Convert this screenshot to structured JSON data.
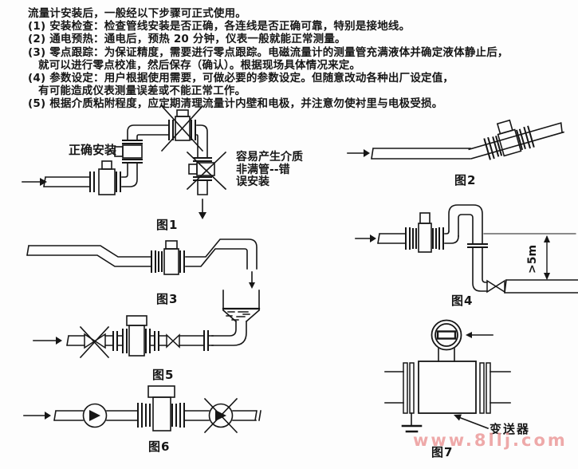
{
  "instructions": {
    "lines": [
      "流量计安装后，一般经以下步骤可正式使用。",
      "(1) 安装检查：检查管线安装是否正确，各连线是否正确可靠，特别是接地线。",
      "(2) 通电预热：通电后，预热 20 分钟，仪表一般就能正常测量。",
      "(3) 零点跟踪：为保证精度，需要进行零点跟踪。电磁流量计的测量管充满液体并确定液体静止后，",
      "就可以进行零点校准，然后保存（确认）。根据现场具体情况来定。",
      "(4) 参数设定：用户根据使用需要，可做必要的参数设定。但随意改动各种出厂设定值，",
      "有可能造成仪表测量误差或不能正常工作。",
      "(5) 根据介质粘附程度，应定期清理流量计内壁和电极，并注意勿使衬里与电极受损。"
    ]
  },
  "figures": {
    "fig1": {
      "caption": "图1",
      "correct_label": "正确安装",
      "wrong_label_line1": "容易产生介质",
      "wrong_label_line2": "非满管--错",
      "wrong_label_line3": "误安装"
    },
    "fig2": {
      "caption": "图2"
    },
    "fig3": {
      "caption": "图3"
    },
    "fig4": {
      "caption": "图4",
      "dimension_label": ">5m"
    },
    "fig5": {
      "caption": "图5"
    },
    "fig6": {
      "caption": "图6"
    },
    "fig7": {
      "caption": "图7",
      "transmitter_label": "变送器"
    }
  },
  "watermark": {
    "text": "www.8llj.com"
  }
}
